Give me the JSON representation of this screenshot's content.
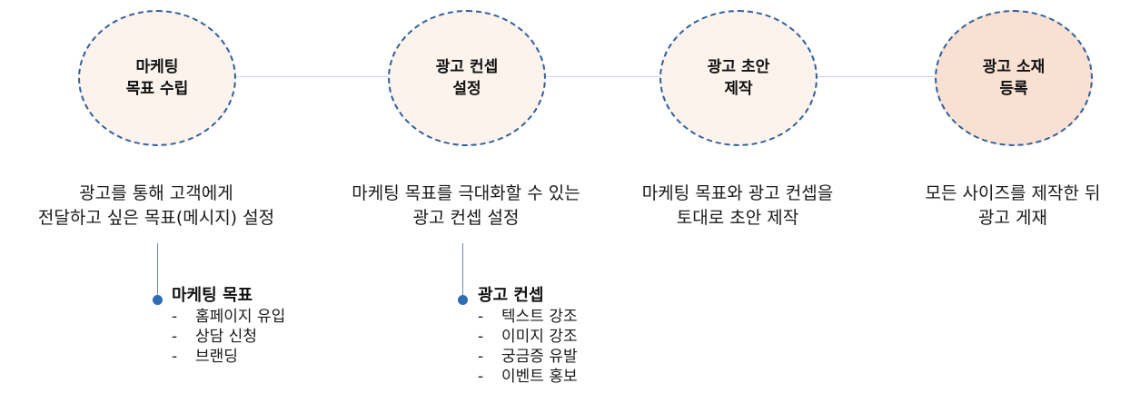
{
  "steps": [
    {
      "title": "마케팅\n목표 수립",
      "description": "광고를 통해 고객에게\n전달하고 싶은 목표(메시지) 설정"
    },
    {
      "title": "광고 컨셉\n설정",
      "description": "마케팅 목표를 극대화할 수 있는\n광고 컨셉 설정"
    },
    {
      "title": "광고 초안\n제작",
      "description": "마케팅 목표와 광고 컨셉을\n토대로 초안 제작"
    },
    {
      "title": "광고 소재\n등록",
      "description": "모든 사이즈를 제작한 뒤\n광고 게재"
    }
  ],
  "details": [
    {
      "title": "마케팅 목표",
      "items": [
        "홈페이지 유입",
        "상담 신청",
        "브랜딩"
      ]
    },
    {
      "title": "광고 컨셉",
      "items": [
        "텍스트 강조",
        "이미지 강조",
        "궁금증 유발",
        "이벤트 홍보"
      ]
    }
  ],
  "bullet_marker": "-",
  "colors": {
    "circle_border": "#2f5f9e",
    "circle_fill": "#fcf3ec",
    "circle_fill_last": "#f8e1d2",
    "bullet_dot": "#2e6db4",
    "connector": "#c9d3e3"
  }
}
